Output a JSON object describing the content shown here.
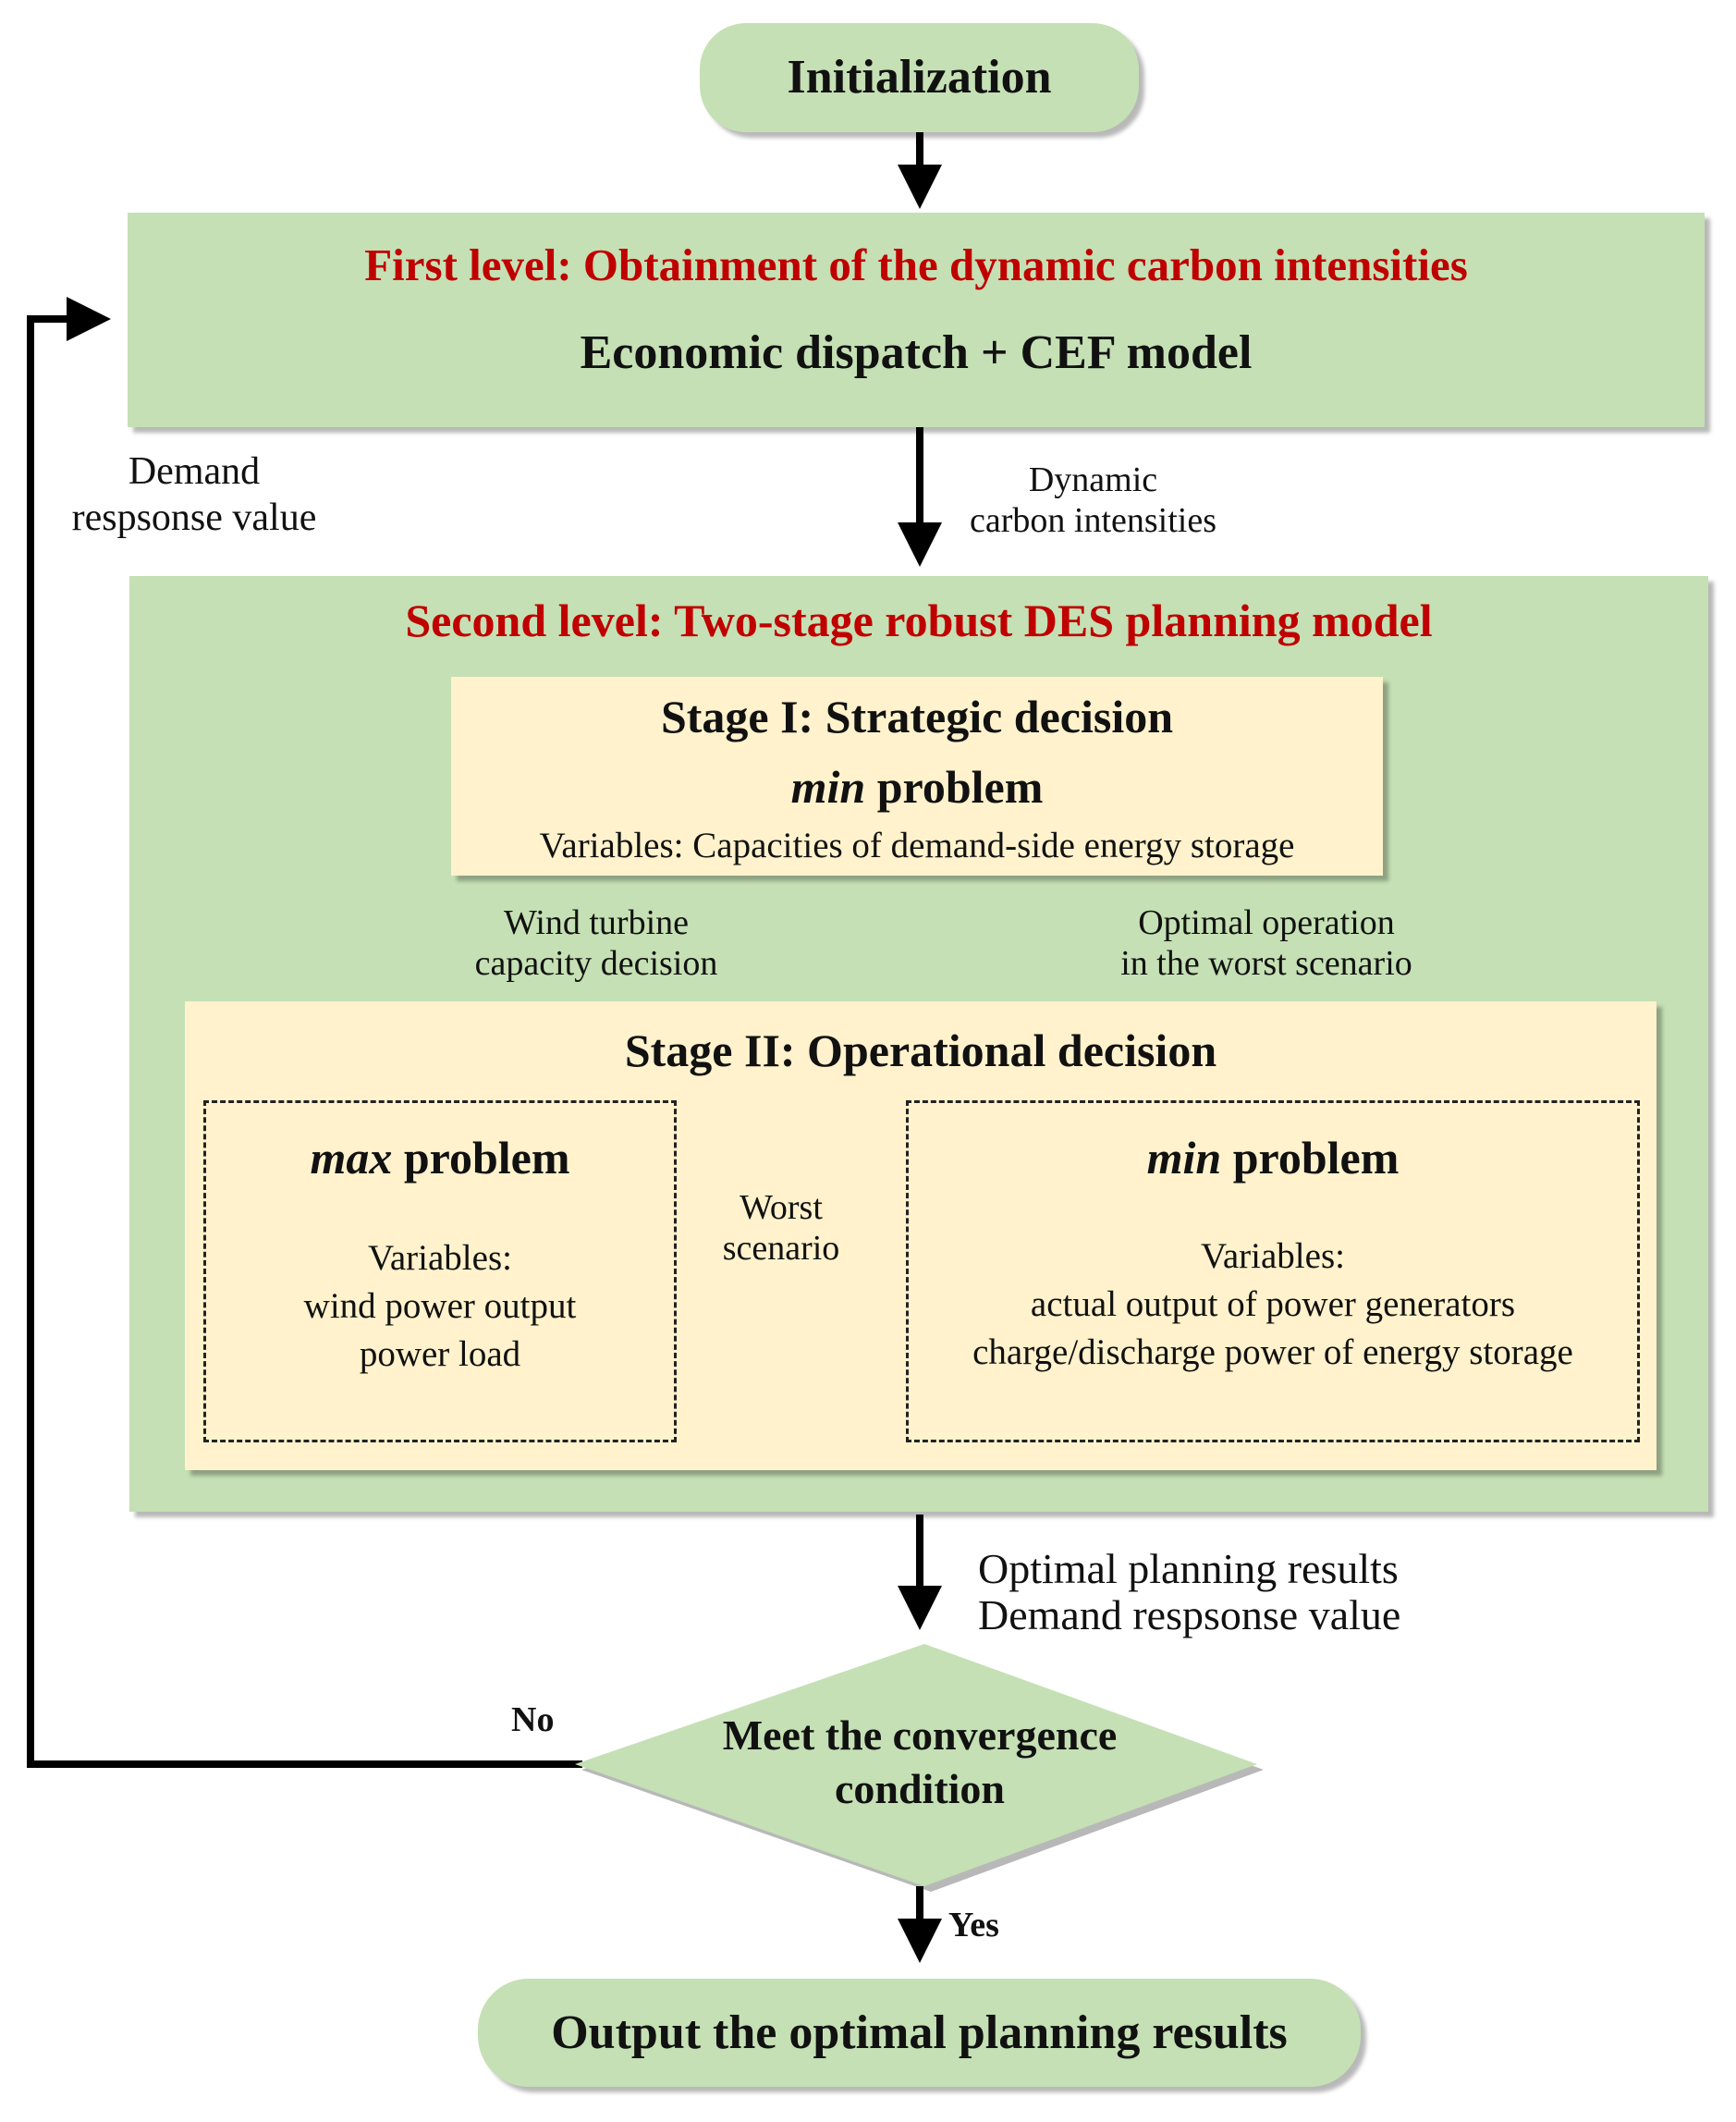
{
  "initialization": "Initialization",
  "first_level": {
    "title": "First level: Obtainment of the dynamic carbon intensities",
    "subtitle": "Economic dispatch + CEF model"
  },
  "feedback_label": [
    "Demand",
    "respsonse value"
  ],
  "dynamic_label": [
    "Dynamic",
    "carbon intensities"
  ],
  "second_level": {
    "title": "Second level: Two-stage robust DES planning model",
    "stage1": {
      "title": "Stage I: Strategic decision",
      "problem_word": "min",
      "problem_rest": " problem",
      "variables": "Variables: Capacities of demand-side energy storage"
    },
    "wind_label": [
      "Wind turbine",
      "capacity decision"
    ],
    "optimal_label": [
      "Optimal operation",
      "in the worst scenario"
    ],
    "stage2": {
      "title": "Stage II: Operational decision",
      "max_box": {
        "problem_word": "max",
        "problem_rest": " problem",
        "lines": [
          "Variables:",
          "wind power output",
          "power load"
        ]
      },
      "worst_label": [
        "Worst",
        "scenario"
      ],
      "min_box": {
        "problem_word": "min",
        "problem_rest": " problem",
        "lines": [
          "Variables:",
          "actual output of power generators",
          "charge/discharge power of energy storage"
        ]
      }
    }
  },
  "results_label": [
    "Optimal planning results",
    "Demand respsonse value"
  ],
  "decision": [
    "Meet the convergence",
    "condition"
  ],
  "no_label": "No",
  "yes_label": "Yes",
  "output": "Output the optimal planning results",
  "colors": {
    "green": "#c5e0b4",
    "cream": "#fff2cc",
    "red": "#c00000"
  }
}
